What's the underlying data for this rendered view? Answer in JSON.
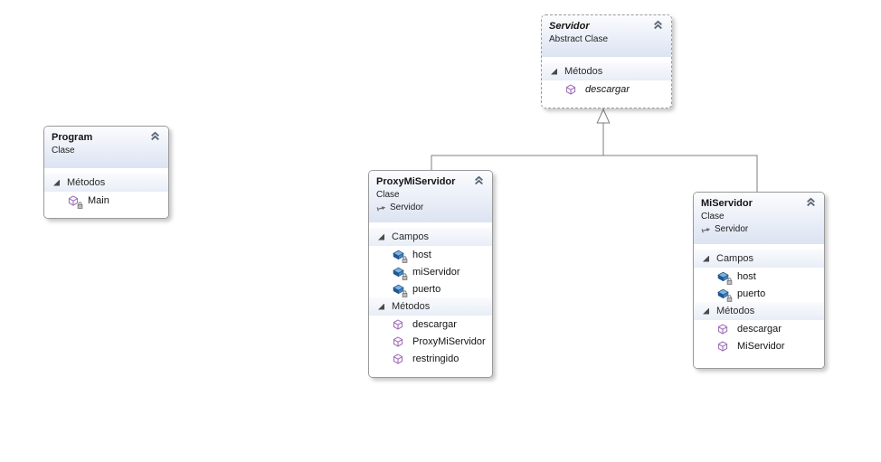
{
  "colors": {
    "box_border": "#9a9a9a",
    "header_gradient_top": "#fbfcfe",
    "header_gradient_bottom": "#dce3f2",
    "section_band": "#e8edf7",
    "connector": "#7f7f7f",
    "field_icon_blue": "#1e5a96",
    "method_icon_purple": "#9b6bb5",
    "chevron_icon": "#5a6674"
  },
  "classes": [
    {
      "title": "Servidor",
      "subtitle": "Abstract Clase",
      "sections": [
        {
          "label": "Métodos",
          "members": [
            {
              "name": "descargar"
            }
          ]
        }
      ]
    },
    {
      "title": "Program",
      "subtitle": "Clase",
      "sections": [
        {
          "label": "Métodos",
          "members": [
            {
              "name": "Main"
            }
          ]
        }
      ]
    },
    {
      "title": "ProxyMiServidor",
      "subtitle": "Clase",
      "base": "Servidor",
      "sections": [
        {
          "label": "Campos",
          "members": [
            {
              "name": "host"
            },
            {
              "name": "miServidor"
            },
            {
              "name": "puerto"
            }
          ]
        },
        {
          "label": "Métodos",
          "members": [
            {
              "name": "descargar"
            },
            {
              "name": "ProxyMiServidor"
            },
            {
              "name": "restringido"
            }
          ]
        }
      ]
    },
    {
      "title": "MiServidor",
      "subtitle": "Clase",
      "base": "Servidor",
      "sections": [
        {
          "label": "Campos",
          "members": [
            {
              "name": "host"
            },
            {
              "name": "puerto"
            }
          ]
        },
        {
          "label": "Métodos",
          "members": [
            {
              "name": "descargar"
            },
            {
              "name": "MiServidor"
            }
          ]
        }
      ]
    }
  ]
}
